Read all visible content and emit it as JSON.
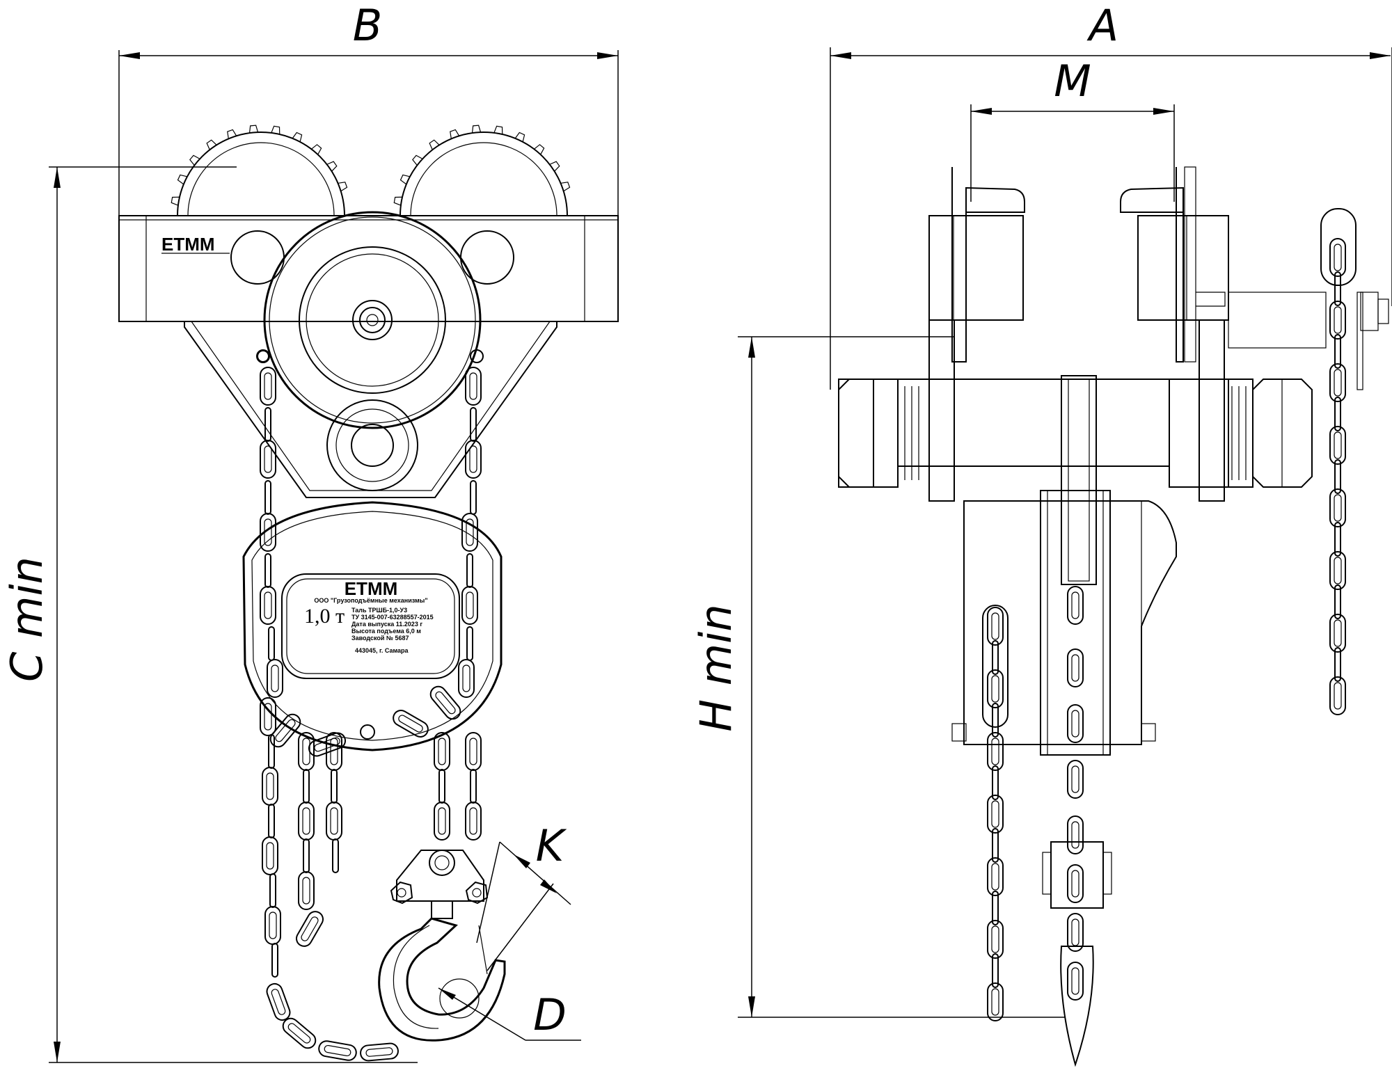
{
  "dimensions": {
    "A": "A",
    "B": "B",
    "M": "M",
    "K": "K",
    "D": "D",
    "C": "C min",
    "H": "H min"
  },
  "nameplate": {
    "logo": "ЕТММ",
    "company": "ООО \"Грузоподъёмные механизмы\"",
    "capacity": "1,0 т",
    "model": "Таль ТРШБ-1,0-У3",
    "standard": "ТУ 3145-007-63288557-2015",
    "date": "Дата выпуска 11.2023 г",
    "lift_height": "Высота подъема  6,0 м",
    "serial": "Заводской № 5687",
    "address": "443045, г. Самара"
  },
  "trolley_logo": "ЕТММ"
}
